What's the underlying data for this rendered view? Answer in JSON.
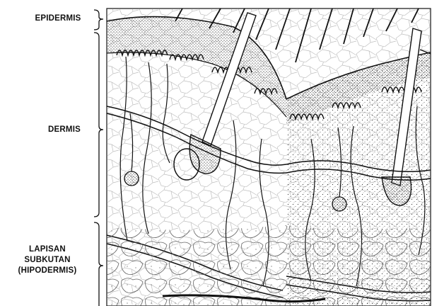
{
  "labels": {
    "epidermis": "EPIDERMIS",
    "dermis": "DERMIS",
    "hypodermis_line1": "LAPISAN",
    "hypodermis_line2": "SUBKUTAN",
    "hypodermis_line3": "(HIPODERMIS)"
  }
}
